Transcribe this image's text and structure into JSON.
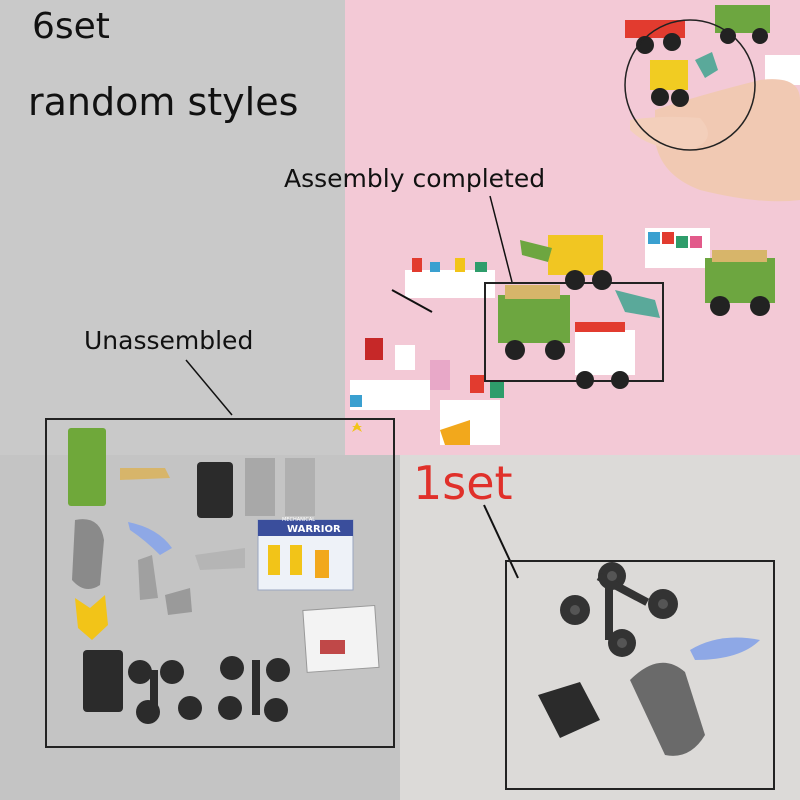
{
  "header": {
    "set_count": "6set",
    "styles": "random styles"
  },
  "labels": {
    "assembled": "Assembly completed",
    "unassembled": "Unassembled",
    "one_set": "1set"
  },
  "instruction_card": {
    "title": "WARRIOR",
    "subtitle": "MECHANICAL"
  },
  "colors": {
    "pink_background": "#f3c9d6",
    "left_background": "#c9c9c9",
    "right_bottom_background": "#dcdad8",
    "one_set_red": "#e0302a",
    "part_green": "#6fa83a",
    "part_yellow": "#f2c418",
    "part_tan": "#d7b56a",
    "part_blue": "#8ea8e6",
    "part_black": "#2b2b2b",
    "part_grey": "#8a8a8a"
  }
}
